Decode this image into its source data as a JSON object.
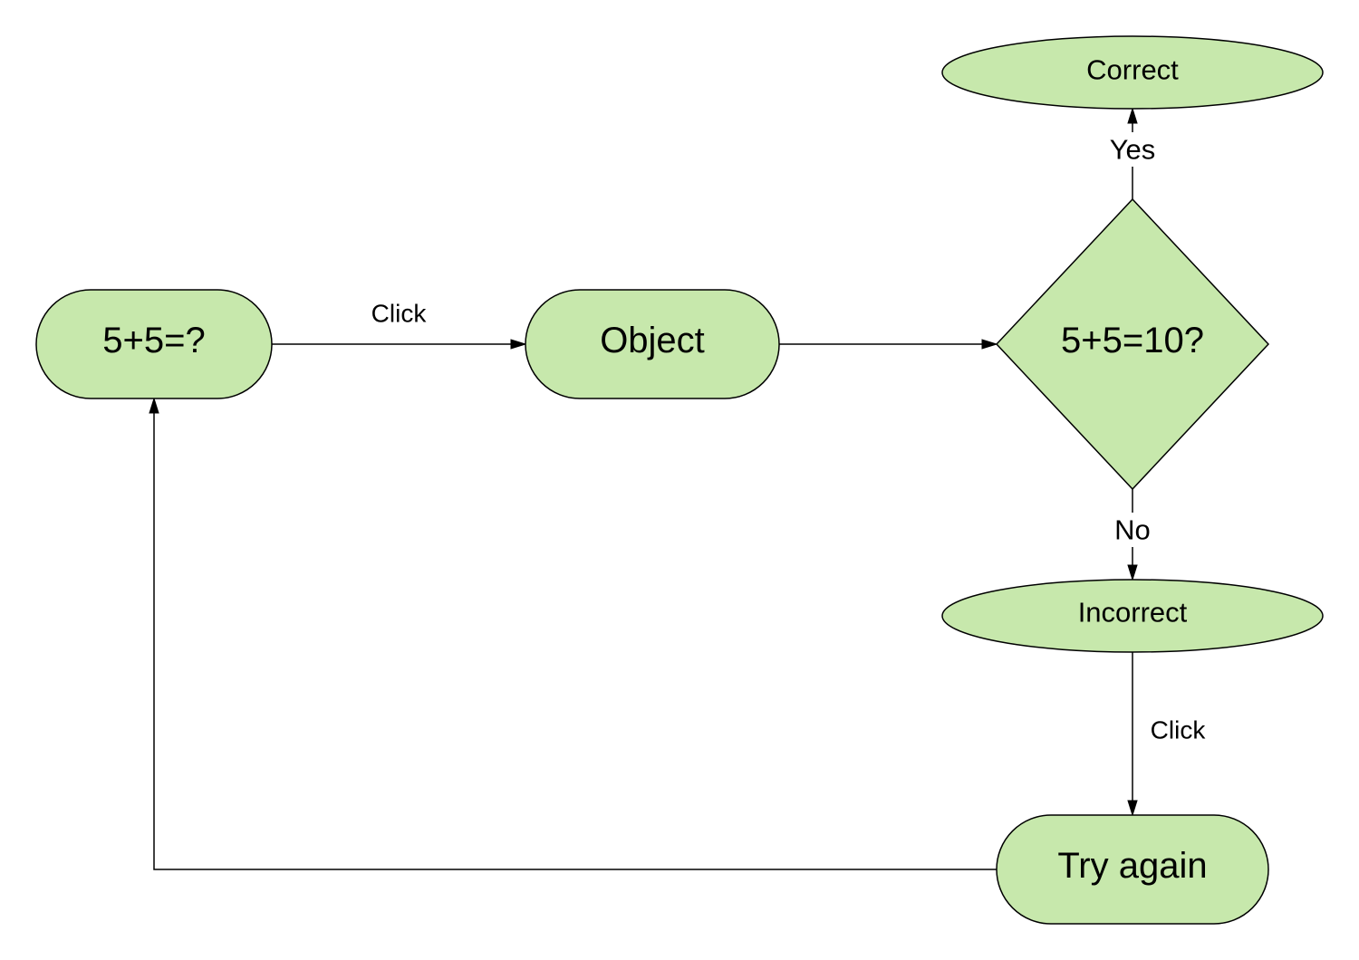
{
  "colors": {
    "node_fill": "#c7e8ac",
    "stroke": "#000000",
    "background": "#ffffff"
  },
  "nodes": {
    "question": {
      "label": "5+5=?",
      "shape": "rounded-rectangle"
    },
    "object": {
      "label": "Object",
      "shape": "rounded-rectangle"
    },
    "decision": {
      "label": "5+5=10?",
      "shape": "diamond"
    },
    "correct": {
      "label": "Correct",
      "shape": "ellipse"
    },
    "incorrect": {
      "label": "Incorrect",
      "shape": "ellipse"
    },
    "try_again": {
      "label": "Try again",
      "shape": "rounded-rectangle"
    }
  },
  "edges": {
    "question_to_object": {
      "label": "Click"
    },
    "object_to_decision": {
      "label": ""
    },
    "decision_to_correct": {
      "label": "Yes"
    },
    "decision_to_incorrect": {
      "label": "No"
    },
    "incorrect_to_try_again": {
      "label": "Click"
    },
    "try_again_to_question": {
      "label": ""
    }
  }
}
